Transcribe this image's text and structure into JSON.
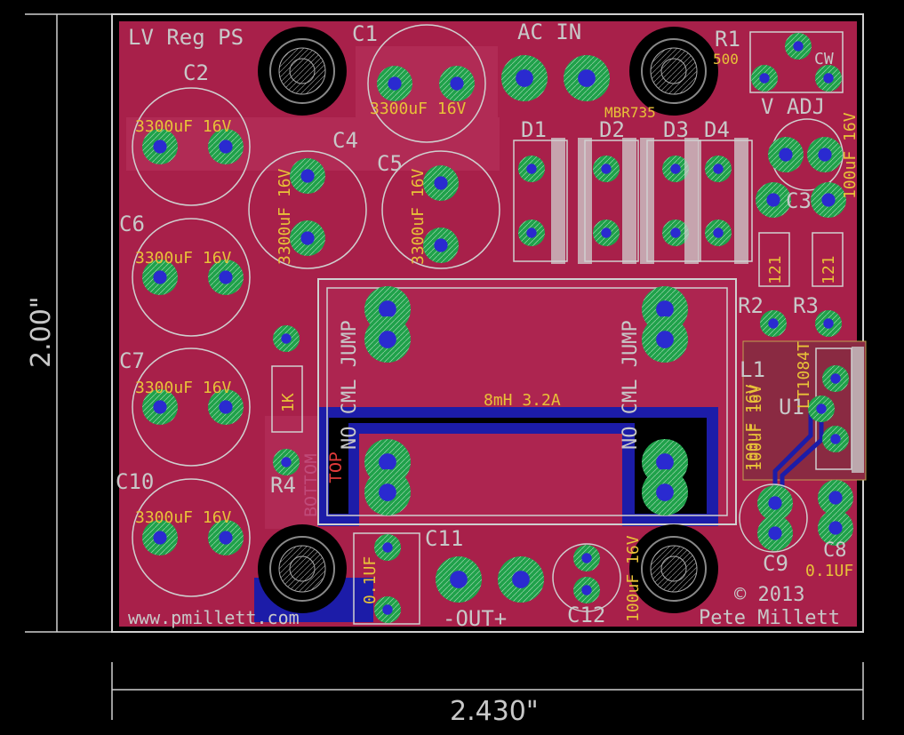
{
  "board": {
    "title": "LV Reg PS",
    "website": "www.pmillett.com",
    "copyright": "© 2013",
    "author": "Pete Millett",
    "dim_height": "2.00\"",
    "dim_width": "2.430\""
  },
  "refs": {
    "c1": "C1",
    "c2": "C2",
    "c3": "C3",
    "c4": "C4",
    "c5": "C5",
    "c6": "C6",
    "c7": "C7",
    "c8": "C8",
    "c9": "C9",
    "c10": "C10",
    "c11": "C11",
    "c12": "C12",
    "d1": "D1",
    "d2": "D2",
    "d3": "D3",
    "d4": "D4",
    "r1": "R1",
    "r2": "R2",
    "r3": "R3",
    "r4": "R4",
    "l1": "L1",
    "u1": "U1"
  },
  "values": {
    "cap_3300": "3300uF 16V",
    "cap_100": "100uF 16V",
    "cap_01": "0.1UF",
    "r1": "500",
    "diode": "MBR735",
    "res_121": "121",
    "res_1k": "1K",
    "inductor": "8mH 3.2A",
    "regulator": "LT1084T"
  },
  "silk": {
    "ac_in": "AC IN",
    "out": "-OUT+",
    "v_adj": "V ADJ",
    "cw": "CW",
    "no_cml_jump": "NO CML JUMP",
    "top": "TOP",
    "bottom": "BOTTOM"
  }
}
